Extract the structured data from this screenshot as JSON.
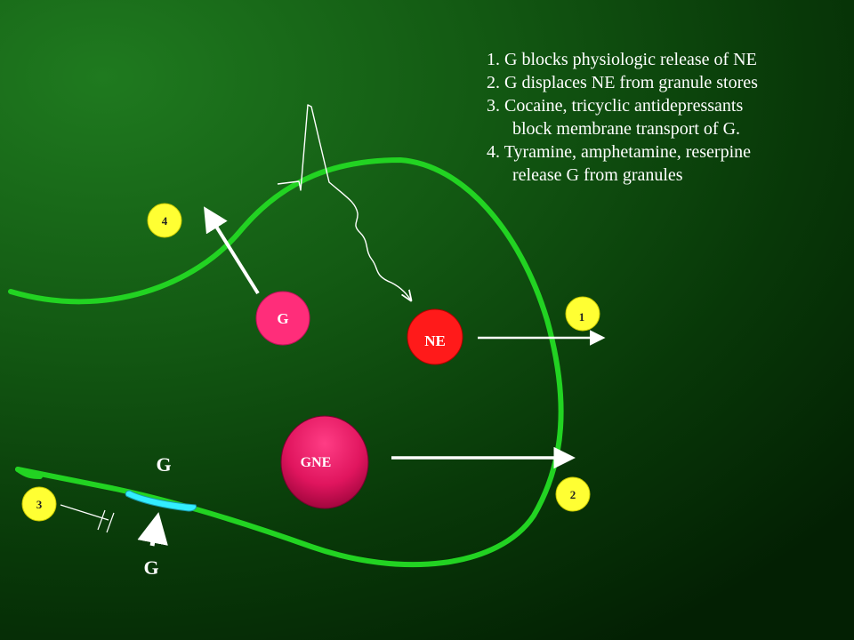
{
  "notes": [
    {
      "lead": "1. G blocks physiologic release of NE"
    },
    {
      "lead": "2. G displaces NE from granule stores"
    },
    {
      "lead": "3. Cocaine, tricyclic antidepressants",
      "cont": "block membrane transport of G."
    },
    {
      "lead": "4. Tyramine, amphetamine, reserpine",
      "cont": "release G from granules"
    }
  ],
  "molecules": {
    "g_inside": "G",
    "ne": "NE",
    "gne": "GNE",
    "g_near_transporter": "G",
    "g_outside": "G"
  },
  "markers": {
    "one": "1",
    "two": "2",
    "three": "3",
    "four": "4"
  },
  "colors": {
    "background": "#0b3d0b",
    "membrane": "#22d322",
    "molecule_pink": "#ff2d7a",
    "ne_red": "#ff1a1a",
    "gne_gradient_top": "#ff2d7a",
    "gne_gradient_bottom": "#8b0032",
    "marker_yellow": "#ffff33",
    "transporter_cyan": "#33eeff",
    "arrow_white": "#ffffff"
  }
}
